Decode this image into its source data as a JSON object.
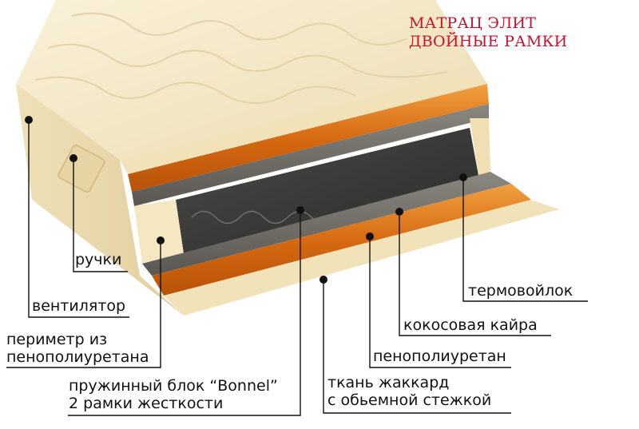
{
  "title": {
    "line1": "МАТРАЦ ЭЛИТ",
    "line2": "ДВОЙНЫЕ РАМКИ"
  },
  "labels": {
    "handles": "ручки",
    "ventilator": "вентилятор",
    "perimeter_line1": "периметр из",
    "perimeter_line2": "пенополиуретана",
    "spring_line1": "пружинный блок “Bonnel”",
    "spring_line2": "2 рамки жесткости",
    "fabric_line1": "ткань жаккард",
    "fabric_line2": "с обьемной стежкой",
    "polyurethane": "пенополиуретан",
    "coconut": "кокосовая кайра",
    "thermofelt": "термовойлок"
  },
  "colors": {
    "title": "#c8102e",
    "fabric": "#f3e6c3",
    "coconut": "#d9731c",
    "felt": "#6e6b66",
    "springs": "#3a3a3a"
  }
}
